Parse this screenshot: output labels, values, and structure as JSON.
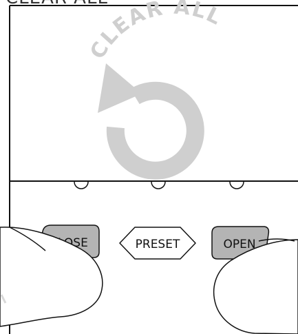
{
  "header": {
    "caption": "CLEAR ALL"
  },
  "panel": {
    "clear_all_label": "CLEAR ALL",
    "clear_all_icon": "counterclockwise-arrow-icon"
  },
  "buttons": {
    "close_label": "CLOSE",
    "preset_label": "PRESET",
    "open_label": "OPEN"
  },
  "colors": {
    "line": "#111111",
    "icon_gray": "#cfcfcf",
    "pressed_button": "#b4b4b4"
  }
}
